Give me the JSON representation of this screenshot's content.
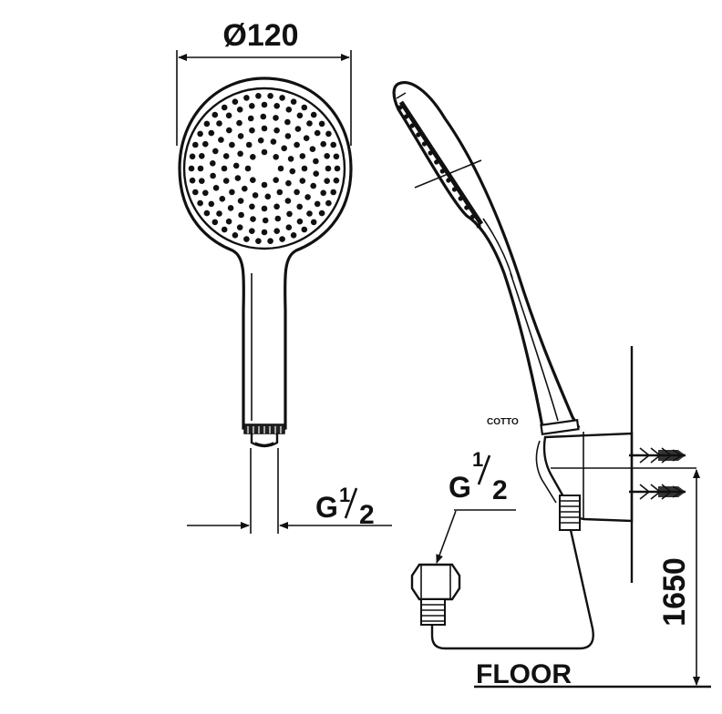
{
  "front_view": {
    "diameter_label": "Ø120",
    "thread_label_g": "G",
    "thread_label_num": "1",
    "thread_label_den": "2"
  },
  "side_view": {
    "brand_mark": "COTTO",
    "thread_label_g": "G",
    "thread_label_num": "1",
    "thread_label_den": "2",
    "height_label": "1650",
    "floor_label": "FLOOR"
  }
}
